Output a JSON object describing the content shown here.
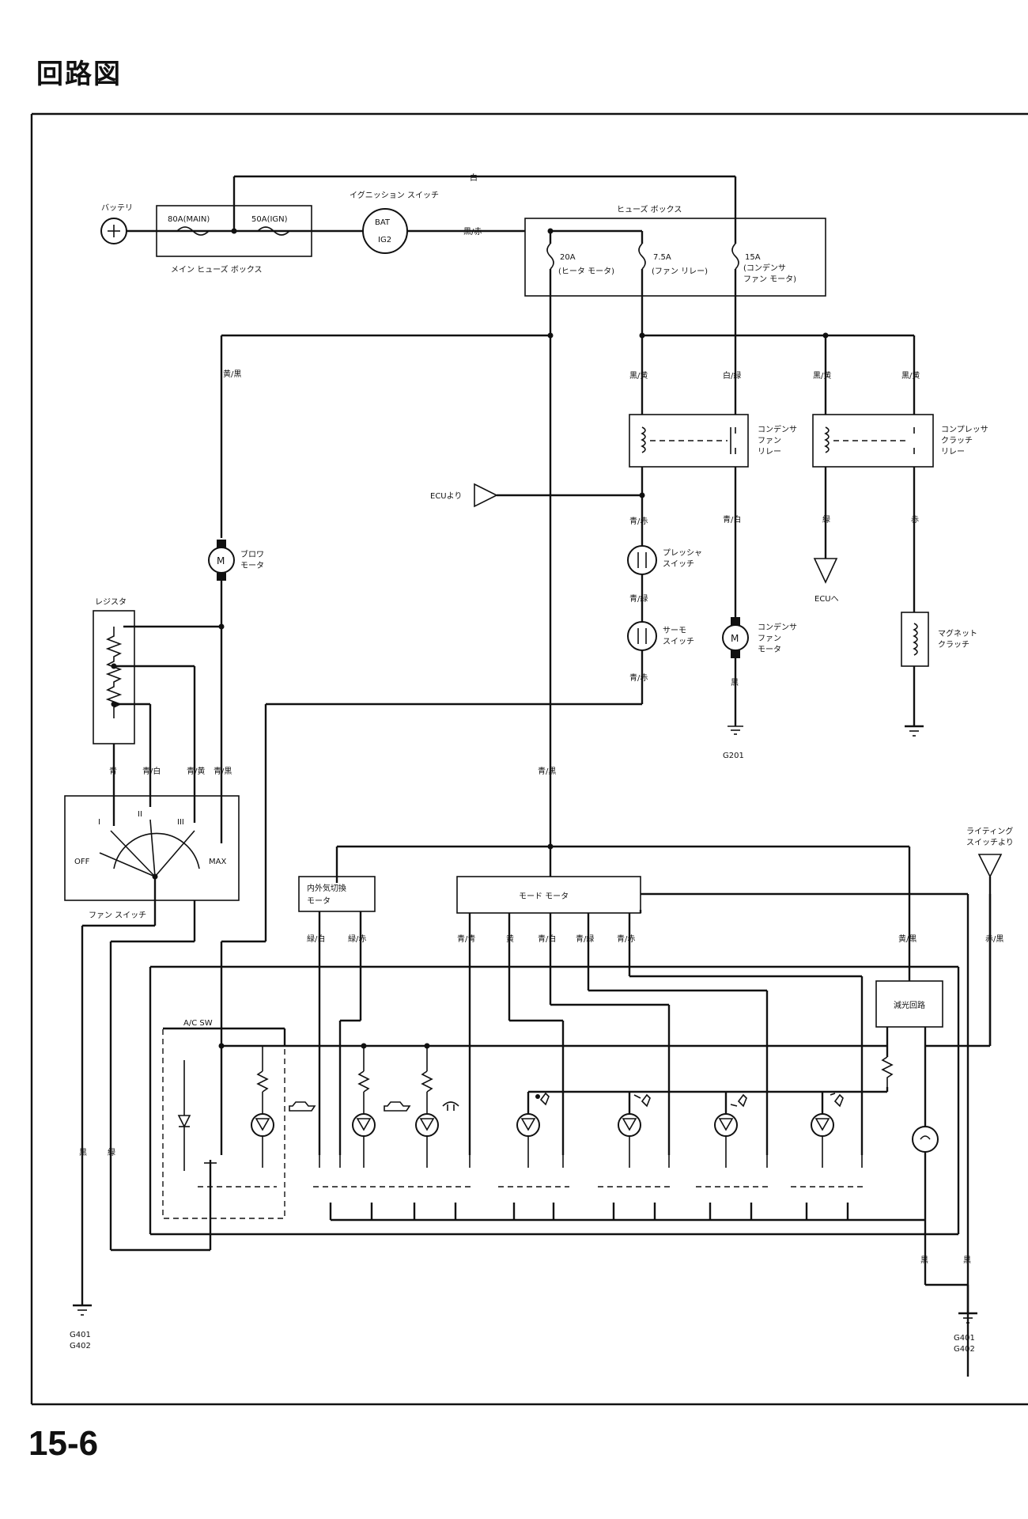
{
  "page": {
    "title": "回路図",
    "number": "15-6"
  },
  "labels": {
    "battery": "バッテリ",
    "fuse_main": "80A(MAIN)",
    "fuse_ign": "50A(IGN)",
    "main_fuse_box": "メイン ヒューズ ボックス",
    "ignition_switch": "イグニッション スイッチ",
    "ig_bat": "BAT",
    "ig_ig2": "IG2",
    "fuse_box": "ヒューズ ボックス",
    "fuse_20a": "20A",
    "fuse_20a_desc": "(ヒータ モータ)",
    "fuse_75a": "7.5A",
    "fuse_75a_desc": "(ファン リレー)",
    "fuse_15a": "15A",
    "fuse_15a_desc1": "(コンデンサ",
    "fuse_15a_desc2": "ファン モータ)",
    "blower_motor1": "ブロワ",
    "blower_motor2": "モータ",
    "condenser_fan_relay1": "コンデンサ",
    "condenser_fan_relay2": "ファン",
    "condenser_fan_relay3": "リレー",
    "compressor_clutch_relay1": "コンプレッサ",
    "compressor_clutch_relay2": "クラッチ",
    "compressor_clutch_relay3": "リレー",
    "ecu_from": "ECUより",
    "ecu_to": "ECUへ",
    "pressure_switch1": "プレッシャ",
    "pressure_switch2": "スイッチ",
    "thermo_switch1": "サーモ",
    "thermo_switch2": "スイッチ",
    "condenser_fan_motor1": "コンデンサ",
    "condenser_fan_motor2": "ファン",
    "condenser_fan_motor3": "モータ",
    "magnet_clutch1": "マグネット",
    "magnet_clutch2": "クラッチ",
    "resistor": "レジスタ",
    "fan_switch": "ファン スイッチ",
    "fs_off": "OFF",
    "fs_max": "MAX",
    "fs_1": "I",
    "fs_2": "II",
    "fs_3": "III",
    "recirc_motor1": "内外気切換",
    "recirc_motor2": "モータ",
    "mode_motor": "モード モータ",
    "lighting_switch1": "ライティング",
    "lighting_switch2": "スイッチより",
    "dimmer": "減光回路",
    "ac_sw": "A/C SW",
    "g201": "G201",
    "g401": "G401",
    "g402": "G402",
    "m": "M"
  },
  "wire_colors": {
    "top_white": "白",
    "ig2_out": "黒/赤",
    "blower_feed": "黄/黒",
    "relay_feed1": "黒/黄",
    "relay_feed2": "白/緑",
    "relay_feed3": "黒/黄",
    "relay_feed4": "黒/黄",
    "pressure_in": "青/赤",
    "pressure_out": "青/緑",
    "thermo_out": "青/赤",
    "cond_motor_in": "青/白",
    "cond_motor_gnd": "黒",
    "ecu_out": "緑",
    "clutch_in": "赤",
    "center_trunk": "青/黒",
    "fs_w1": "青",
    "fs_w2": "青/白",
    "fs_w3": "青/黄",
    "fs_w4": "青/黒",
    "recirc_w1": "緑/白",
    "recirc_w2": "緑/赤",
    "mode_w1": "青/青",
    "mode_w2": "黄",
    "mode_w3": "青/白",
    "mode_w4": "青/緑",
    "mode_w5": "青/赤",
    "dimmer_in": "黄/黒",
    "lighting_in": "赤/黒",
    "left_gnd": "黒",
    "left_green": "緑",
    "right_gnd1": "黒",
    "right_gnd2": "黒"
  }
}
